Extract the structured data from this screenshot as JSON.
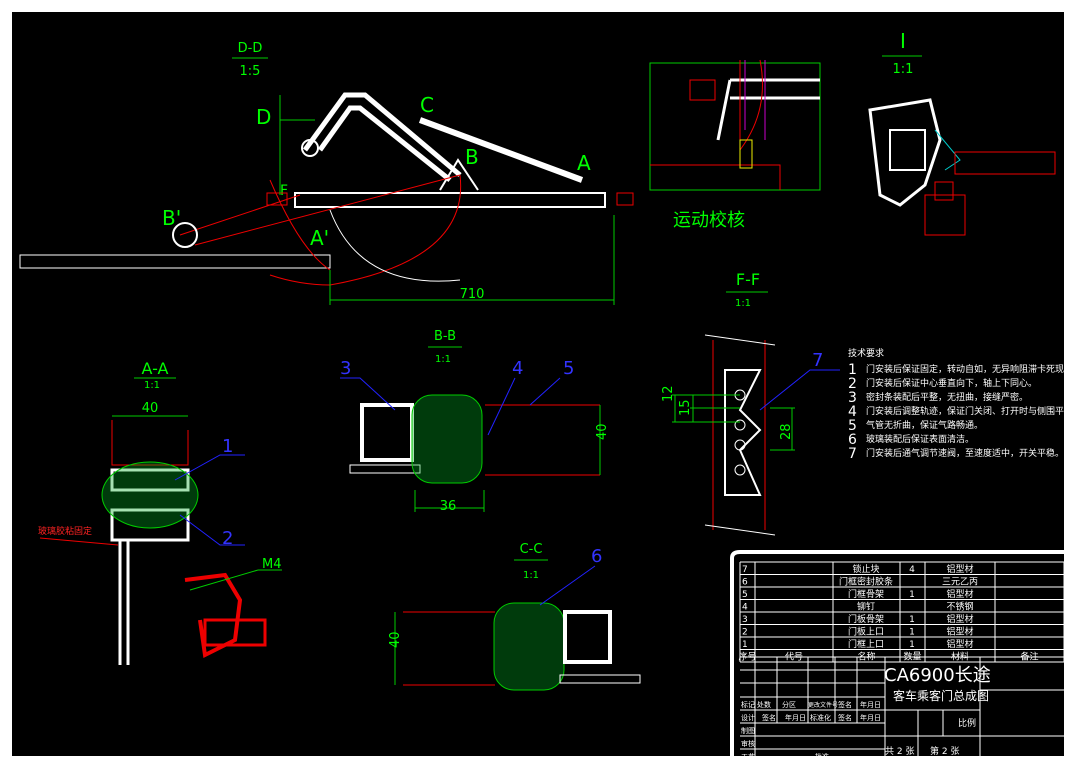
{
  "views": {
    "dd": {
      "title": "D-D",
      "scale": "1:5",
      "labels": [
        "D",
        "C",
        "B",
        "A",
        "B'",
        "A'",
        "F"
      ],
      "dim": "710"
    },
    "motion": {
      "title": "运动校核"
    },
    "detail_i": {
      "title": "I",
      "scale": "1:1"
    },
    "aa": {
      "title": "A-A",
      "scale": "1:1",
      "dim": "40",
      "note": "玻璃胶粘固定",
      "thread": "M4",
      "callouts": [
        "1",
        "2"
      ]
    },
    "bb": {
      "title": "B-B",
      "scale": "1:1",
      "dims": [
        "40",
        "36"
      ],
      "callouts": [
        "3",
        "4",
        "5"
      ]
    },
    "cc": {
      "title": "C-C",
      "scale": "1:1",
      "dim": "40",
      "callouts": [
        "6"
      ]
    },
    "ff": {
      "title": "F-F",
      "scale": "1:1",
      "dims": [
        "12",
        "15",
        "28"
      ],
      "callouts": [
        "7"
      ]
    }
  },
  "requirements": {
    "title": "技术要求",
    "items": [
      {
        "n": "1",
        "text": "门安装后保证固定，转动自如，无异响阻滞卡死现象，机构灵活。"
      },
      {
        "n": "2",
        "text": "门安装后保证中心垂直向下，轴上下同心。"
      },
      {
        "n": "3",
        "text": "密封条装配后平整，无扭曲，接缝严密。"
      },
      {
        "n": "4",
        "text": "门安装后调整轨迹，保证门关闭、打开时与侧围平行。"
      },
      {
        "n": "5",
        "text": "气管无折曲，保证气路畅通。"
      },
      {
        "n": "6",
        "text": "玻璃装配后保证表面清洁。"
      },
      {
        "n": "7",
        "text": "门安装后通气调节速阀，至速度适中，开关平稳。"
      }
    ]
  },
  "parts_list": {
    "headers": [
      "序号",
      "代号",
      "名称",
      "数量",
      "材料",
      "备注"
    ],
    "rows": [
      {
        "no": "7",
        "name": "锁止块",
        "qty": "4",
        "material": "铝型材"
      },
      {
        "no": "6",
        "name": "门框密封胶条",
        "qty": "",
        "material": "三元乙丙"
      },
      {
        "no": "5",
        "name": "门框骨架",
        "qty": "1",
        "material": "铝型材"
      },
      {
        "no": "4",
        "name": "铆钉",
        "qty": "",
        "material": "不锈钢"
      },
      {
        "no": "3",
        "name": "门板骨架",
        "qty": "1",
        "material": "铝型材"
      },
      {
        "no": "2",
        "name": "门板上口",
        "qty": "1",
        "material": "铝型材"
      },
      {
        "no": "1",
        "name": "门框上口",
        "qty": "1",
        "material": "铝型材"
      }
    ]
  },
  "title_block": {
    "title_line1": "CA6900长途",
    "title_line2": "客车乘客门总成图",
    "scale_label": "比例",
    "sheet_total": "共 2 张",
    "sheet_no": "第 2 张",
    "sign_rows": [
      [
        "标记",
        "处数",
        "分区",
        "更改文件号",
        "签名",
        "年月日"
      ],
      [
        "设计",
        "签名",
        "年月日",
        "标准化",
        "签名",
        "年月日"
      ]
    ],
    "roles": [
      "制图",
      "审核",
      "工艺",
      "批准"
    ]
  }
}
